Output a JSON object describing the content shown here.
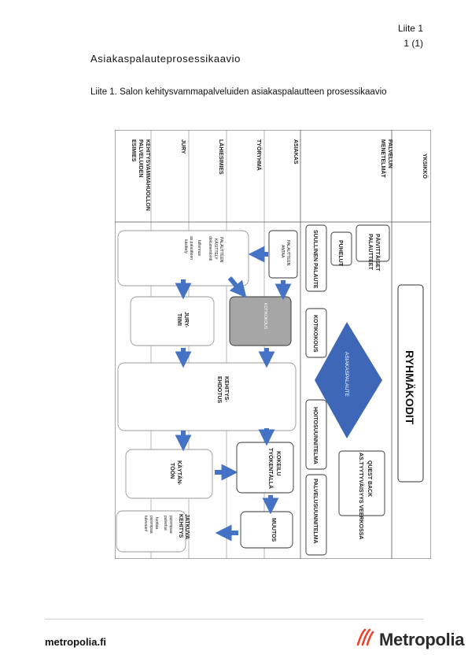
{
  "header": {
    "attachment": "Liite 1",
    "page": "1 (1)"
  },
  "document": {
    "title": "Asiakaspalauteprosessikaavio",
    "caption": "Liite 1. Salon kehitysvammapalveluiden asiakaspalautteen prosessikaavio"
  },
  "diagram": {
    "lanes": {
      "yksikko": "YKSIKKÖ",
      "menetelmat_1": "PALVELUN",
      "menetelmat_2": "MENETELMÄT",
      "asiakas": "ASIAKAS",
      "tyoryhma": "TYÖRYHMÄ",
      "lahiesimies": "LÄHIESIMIES",
      "jury": "JURY",
      "esimies_1": "KEHITYSVAMMAHUOLLON",
      "esimies_2": "PALVELUIDEN",
      "esimies_3": "ESIMIES"
    },
    "unit": "RYHMÄKODIT",
    "hub": "ASIAKASPALAUTE",
    "methods": {
      "paivittaiset_1": "PÄIVITTÄISET",
      "paivittaiset_2": "PALAUTTEET",
      "puhelut": "PUHELUT",
      "suullinen": "SUULLINEN PALAUTE",
      "kotikokous": "KOTIKOKOUS",
      "hoitosuunnitelma": "HOITOSUUNNITELMA",
      "questback_1": "QUEST BACK",
      "questback_2": "AS.TYYTYVÄISYYS VEERKOSSA",
      "palvelusuunnitelma": "PALVELUSUUNNITELMA"
    },
    "process": {
      "palautteen_antaa_1": "PALAUTTEEN",
      "palautteen_antaa_2": "ANTAA",
      "kotikokous": "KOTIKOKOUS",
      "kokeilu_1": "KOKEILU",
      "kokeilu_2": "TYÖKENTÄLLÄ",
      "muutos": "MUUTOS",
      "kasittely_1": "PALAUTTEEN",
      "kasittely_2": "KÄSITTELY",
      "kasittely_3": "dokumentointi",
      "kasittely_4": "tallennus",
      "kasittely_5": "as.palautteen",
      "kasittely_6": "käsittely",
      "jury_1": "JURY-",
      "jury_2": "TIIMI",
      "kehitys_1": "KEHITYS-",
      "kehitys_2": "EHDOTUS",
      "kaytanto_1": "KÄYTÄN-",
      "kaytanto_2": "TÖÖN",
      "jatkuva_1": "JATKUVA",
      "jatkuva_2": "KEHITYS",
      "jatkuva_3": "parempaa",
      "jatkuva_4": "palvelua",
      "jatkuva_5": "tuottaa",
      "jatkuva_6": "parempaa",
      "jatkuva_7": "tulevaan!"
    }
  },
  "footer": {
    "link": "metropolia.fi",
    "logo": "Metropolia"
  },
  "colors": {
    "arrow": "#4472c4",
    "hub": "#3f67b8",
    "kotikokous_fill": "#a6a6a6",
    "logo_mark": "#e8442e"
  }
}
